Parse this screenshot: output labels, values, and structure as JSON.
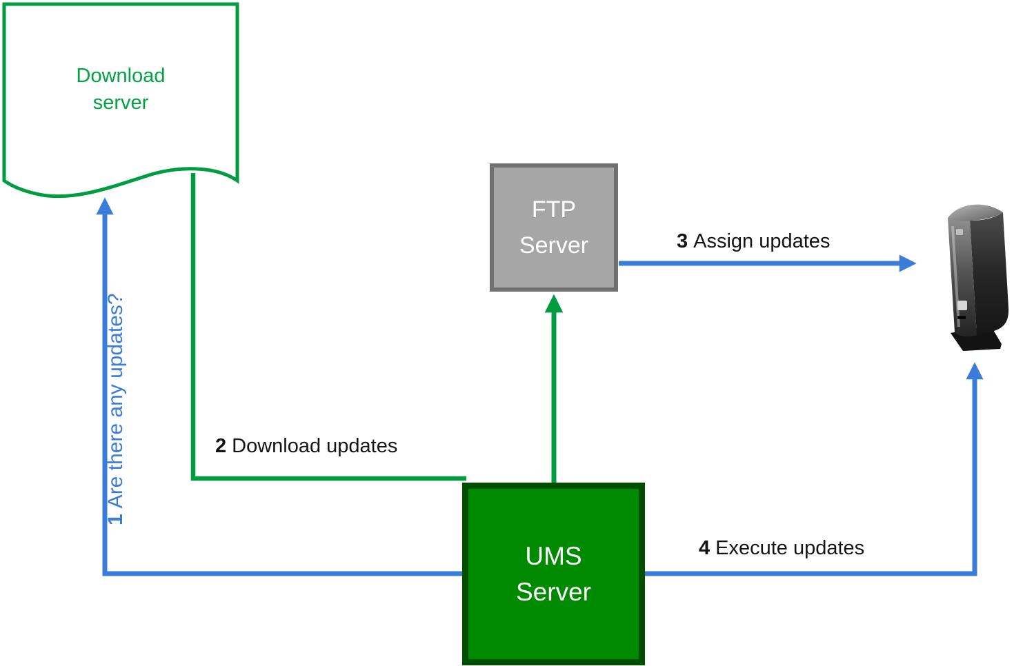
{
  "diagram": {
    "description": "UMS update workflow diagram"
  },
  "colors": {
    "green_line": "#009C40",
    "green_text": "#00A242",
    "ums_fill": "#008A00",
    "ums_border": "#004E00",
    "ums_text": "#FFFFFF",
    "ftp_fill": "#A6A6A6",
    "ftp_border": "#707070",
    "ftp_text": "#FFFFFF",
    "blue": "#3A7CD8",
    "label_text": "#141414",
    "background": "#FFFFFF"
  },
  "nodes": {
    "download_server": {
      "label": "Download\nserver"
    },
    "ftp_server": {
      "label": "FTP\nServer"
    },
    "ums_server": {
      "label": "UMS\nServer"
    },
    "endpoint_device": {
      "icon": "thin-client-tower"
    }
  },
  "steps": [
    {
      "num": "1",
      "text": "Are there any updates?"
    },
    {
      "num": "2",
      "text": "Download updates"
    },
    {
      "num": "3",
      "text": "Assign updates"
    },
    {
      "num": "4",
      "text": "Execute updates"
    }
  ]
}
